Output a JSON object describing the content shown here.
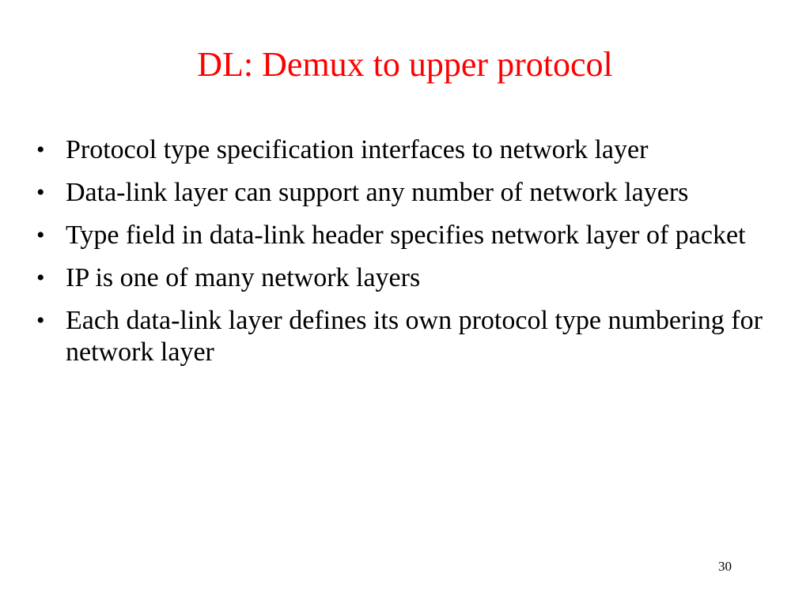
{
  "slide": {
    "title": "DL: Demux to upper protocol",
    "bullet_glyph": "•",
    "bullets": [
      "Protocol type specification interfaces to network layer",
      "Data-link layer can support any number of network layers",
      "Type field in data-link header specifies network layer of packet",
      "IP is one of many network layers",
      "Each data-link layer defines its own protocol type numbering for network layer"
    ],
    "page_number": "30"
  },
  "colors": {
    "title": "#ff0000",
    "text": "#000000",
    "background": "#ffffff"
  }
}
